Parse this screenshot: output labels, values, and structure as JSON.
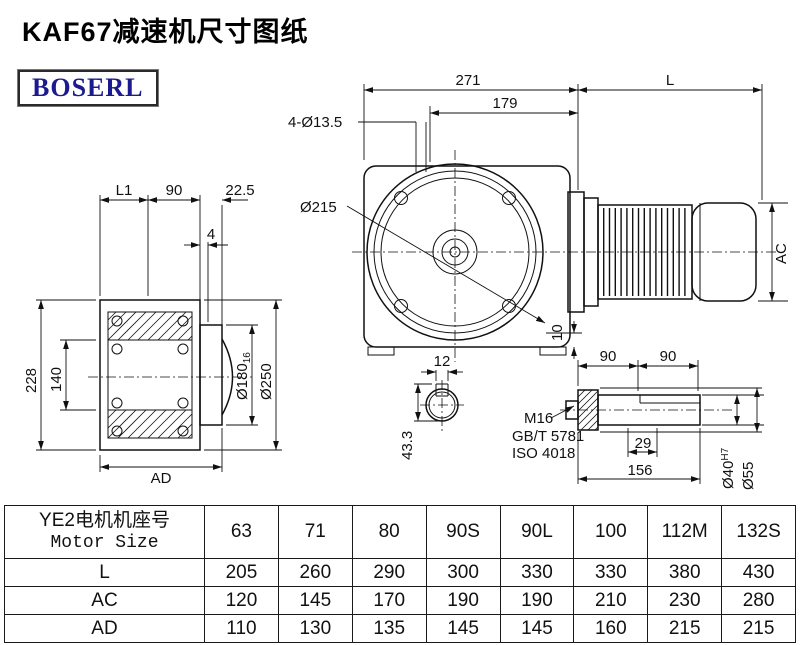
{
  "title": "KAF67减速机尺寸图纸",
  "logo": "BOSERL",
  "dims": {
    "d271": "271",
    "dL": "L",
    "d179": "179",
    "holes": "4-Ø13.5",
    "d215": "Ø215",
    "dAC": "AC",
    "dL1": "L1",
    "d90": "90",
    "d225": "22.5",
    "d4": "4",
    "d228": "228",
    "d140": "140",
    "dAD": "AD",
    "d180": "Ø180",
    "d180tol": "16",
    "d250": "Ø250",
    "d10": "10",
    "d12": "12",
    "d433": "43.3",
    "d90a": "90",
    "d90b": "90",
    "m16": "M16",
    "gbt": "GB/T 5781",
    "iso": "ISO 4018",
    "d29": "29",
    "d156": "156",
    "d40": "Ø40",
    "d40tol": "H7",
    "d55": "Ø55"
  },
  "table": {
    "row_header_cn": "YE2电机机座号",
    "row_header_en": "Motor Size",
    "sizes": [
      "63",
      "71",
      "80",
      "90S",
      "90L",
      "100",
      "112M",
      "132S"
    ],
    "rows": [
      {
        "label": "L",
        "values": [
          "205",
          "260",
          "290",
          "300",
          "330",
          "330",
          "380",
          "430"
        ]
      },
      {
        "label": "AC",
        "values": [
          "120",
          "145",
          "170",
          "190",
          "190",
          "210",
          "230",
          "280"
        ]
      },
      {
        "label": "AD",
        "values": [
          "110",
          "130",
          "135",
          "145",
          "145",
          "160",
          "215",
          "215"
        ]
      }
    ]
  }
}
